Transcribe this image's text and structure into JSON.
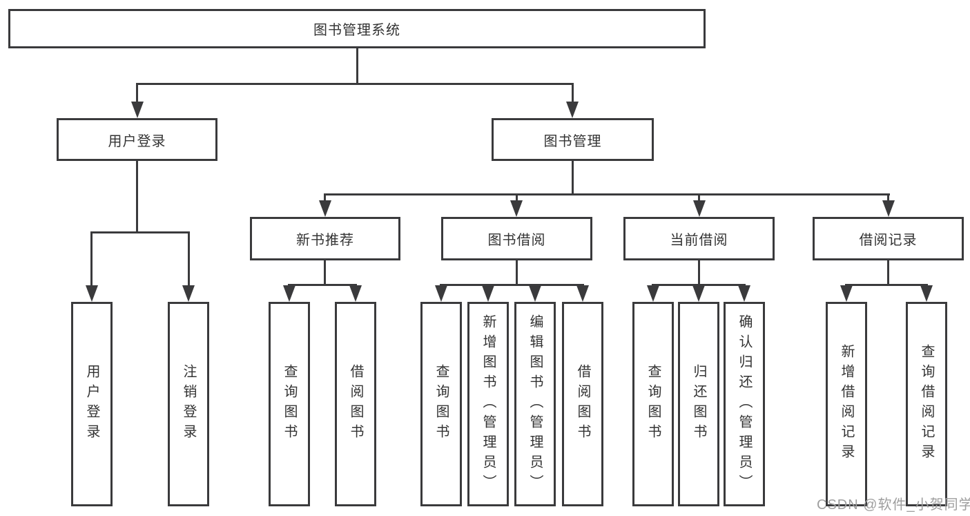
{
  "colors": {
    "line": "#3a3a3c",
    "box_border": "#3a3a3c",
    "box_background": "#ffffff",
    "text": "#333333",
    "watermark": "#9e9e9e",
    "page_background": "#ffffff"
  },
  "watermark": {
    "text": "CSDN @软件_小贺同学"
  },
  "tree": {
    "root": {
      "label": "图书管理系统",
      "children": [
        {
          "label": "用户登录",
          "children": [
            {
              "label": "用户登录"
            },
            {
              "label": "注销登录"
            }
          ]
        },
        {
          "label": "图书管理",
          "children": [
            {
              "label": "新书推荐",
              "children": [
                {
                  "label": "查询图书"
                },
                {
                  "label": "借阅图书"
                }
              ]
            },
            {
              "label": "图书借阅",
              "children": [
                {
                  "label": "查询图书"
                },
                {
                  "label": "新增图书（管理员）"
                },
                {
                  "label": "编辑图书（管理员）"
                },
                {
                  "label": "借阅图书"
                }
              ]
            },
            {
              "label": "当前借阅",
              "children": [
                {
                  "label": "查询图书"
                },
                {
                  "label": "归还图书"
                },
                {
                  "label": "确认归还（管理员）"
                }
              ]
            },
            {
              "label": "借阅记录",
              "children": [
                {
                  "label": "新增借阅记录"
                },
                {
                  "label": "查询借阅记录"
                }
              ]
            }
          ]
        }
      ]
    }
  }
}
